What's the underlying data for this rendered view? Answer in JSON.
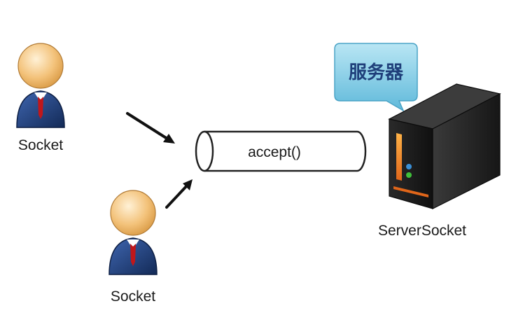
{
  "clients": [
    {
      "label": "Socket"
    },
    {
      "label": "Socket"
    }
  ],
  "pipe": {
    "label": "accept()"
  },
  "server": {
    "label": "ServerSocket",
    "bubble_label": "服务器"
  },
  "colors": {
    "client_suit": "#1f3f7a",
    "client_face": "#f3c27a",
    "client_tie": "#c0171b",
    "server_body": "#1c1c1c",
    "server_led_orange": "#f08c1a",
    "server_led_blue": "#3a8fd6",
    "server_led_green": "#3fbf3a",
    "bubble_fill": "#8fd2e9",
    "bubble_text": "#1f3f7a",
    "arrow": "#111111"
  }
}
